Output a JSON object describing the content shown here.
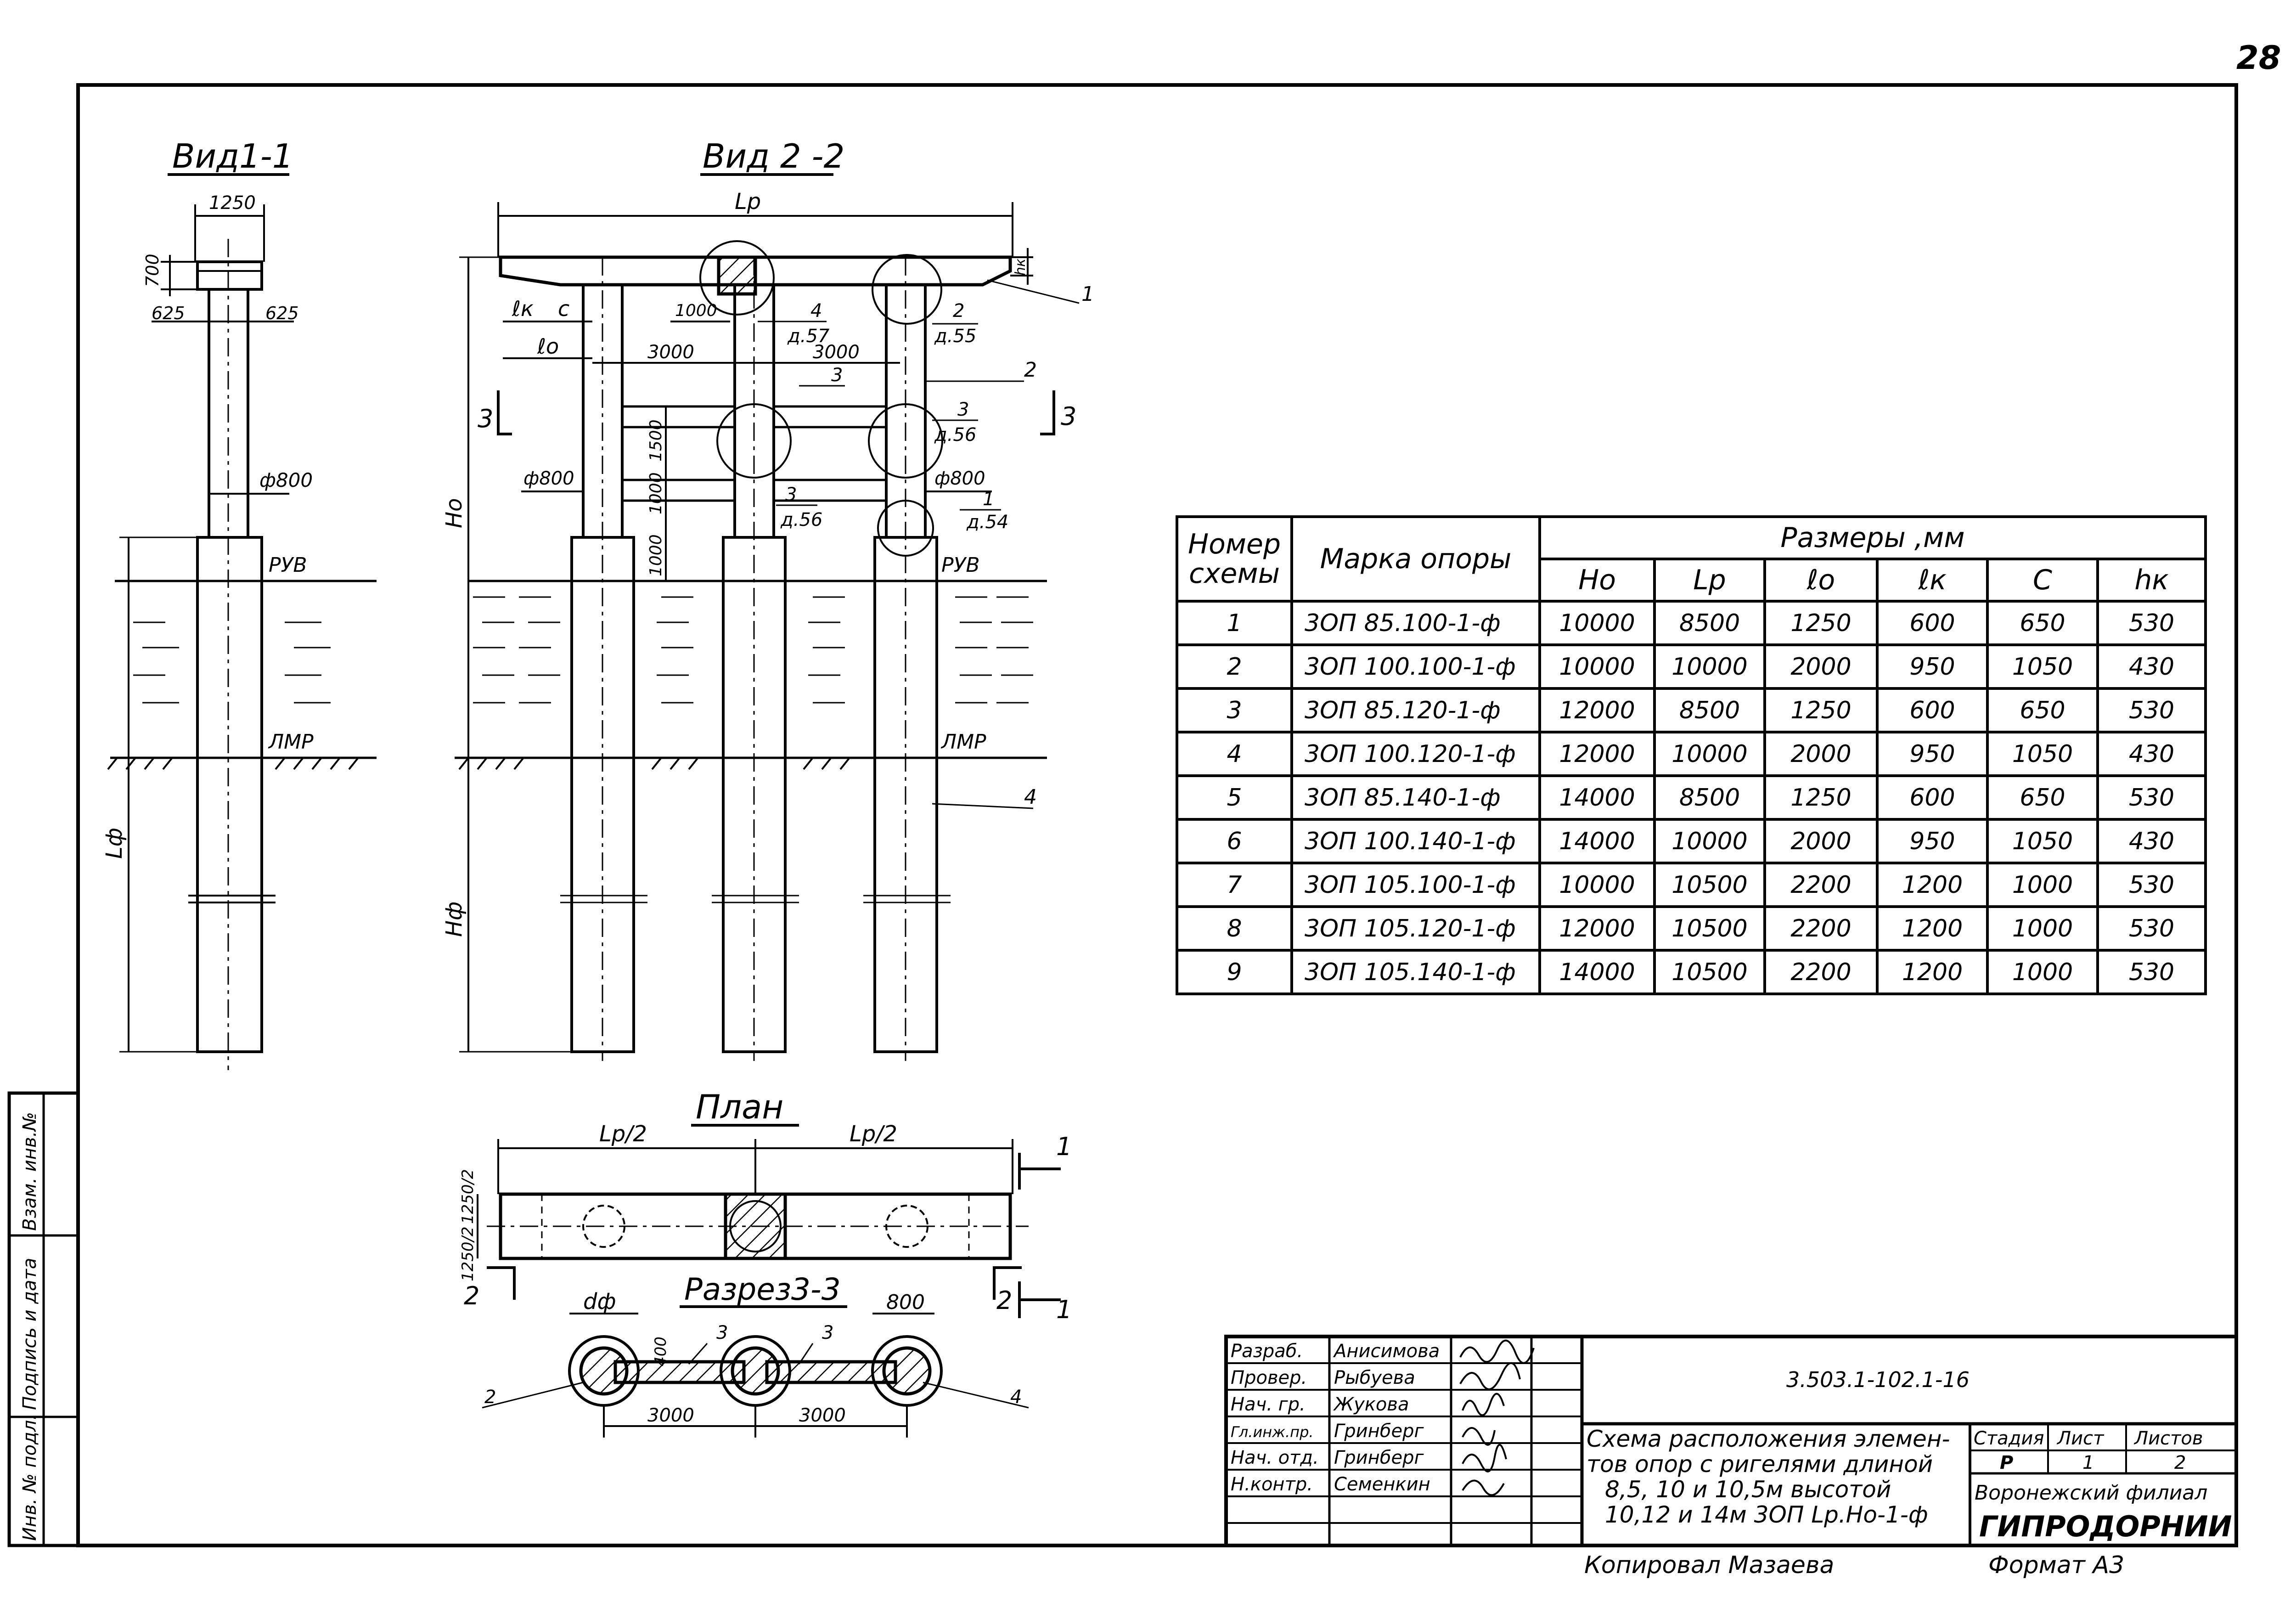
{
  "sheet_number": "28",
  "views": {
    "view_1_title": "Вид1-1",
    "view_2_title": "Вид 2 -2",
    "plan_title": "План",
    "section_title": "Разрез3-3"
  },
  "view1": {
    "dim_width": "1250",
    "dim_height": "700",
    "dim_left": "625",
    "dim_right": "625",
    "dim_diameter": "ф800",
    "level_high": "РУВ",
    "level_low": "ЛМР",
    "dim_pile": "Lф"
  },
  "view2": {
    "dim_lr": "Lр",
    "dim_hk": "hк",
    "dim_lk": "ℓк",
    "dim_c": "с",
    "dim_l0": "ℓо",
    "dim_1000": "1000",
    "dim_3000_a": "3000",
    "dim_3000_b": "3000",
    "dim_1500": "1500",
    "dim_1000_a": "1000",
    "dim_1000_b": "1000",
    "dim_d800_a": "ф800",
    "dim_d800_b": "ф800",
    "dim_h0": "Но",
    "dim_hf": "Нф",
    "level_high": "РУВ",
    "level_low": "ЛМР",
    "section_mark": "3",
    "callouts": [
      {
        "num": "4",
        "ref": "д.57"
      },
      {
        "num": "2",
        "ref": "д.55"
      },
      {
        "num": "3",
        "ref": "д.56"
      },
      {
        "num": "3",
        "ref": "д.56"
      },
      {
        "num": "1",
        "ref": "д.54"
      },
      {
        "num": "3",
        "ref": ""
      }
    ],
    "leaders": [
      "1",
      "2",
      "4"
    ]
  },
  "plan": {
    "dim_half_left": "Lр/2",
    "dim_half_right": "Lр/2",
    "dim_width_a": "1250/2",
    "dim_width_b": "1250/2",
    "mark_1": "1",
    "mark_2": "2"
  },
  "section33": {
    "dim_df": "dф",
    "dim_800": "800",
    "dim_400": "400",
    "dim_3000_a": "3000",
    "dim_3000_b": "3000",
    "labels": [
      "3",
      "3",
      "2",
      "4"
    ]
  },
  "table": {
    "col_scheme": "Номер схемы",
    "col_mark": "Марка опоры",
    "col_dims": "Размеры ,мм",
    "sub_headers": [
      "Но",
      "Lр",
      "ℓо",
      "ℓк",
      "С",
      "hк"
    ],
    "rows": [
      [
        "1",
        "3ОП 85.100-1-ф",
        "10000",
        "8500",
        "1250",
        "600",
        "650",
        "530"
      ],
      [
        "2",
        "3ОП 100.100-1-ф",
        "10000",
        "10000",
        "2000",
        "950",
        "1050",
        "430"
      ],
      [
        "3",
        "3ОП 85.120-1-ф",
        "12000",
        "8500",
        "1250",
        "600",
        "650",
        "530"
      ],
      [
        "4",
        "3ОП 100.120-1-ф",
        "12000",
        "10000",
        "2000",
        "950",
        "1050",
        "430"
      ],
      [
        "5",
        "3ОП 85.140-1-ф",
        "14000",
        "8500",
        "1250",
        "600",
        "650",
        "530"
      ],
      [
        "6",
        "3ОП 100.140-1-ф",
        "14000",
        "10000",
        "2000",
        "950",
        "1050",
        "430"
      ],
      [
        "7",
        "3ОП 105.100-1-ф",
        "10000",
        "10500",
        "2200",
        "1200",
        "1000",
        "530"
      ],
      [
        "8",
        "3ОП 105.120-1-ф",
        "12000",
        "10500",
        "2200",
        "1200",
        "1000",
        "530"
      ],
      [
        "9",
        "3ОП 105.140-1-ф",
        "14000",
        "10500",
        "2200",
        "1200",
        "1000",
        "530"
      ]
    ]
  },
  "title_block": {
    "roles": [
      "Разраб.",
      "Провер.",
      "Нач. гр.",
      "Гл.инж.пр.",
      "Нач. отд.",
      "Н.контр."
    ],
    "names": [
      "Анисимова",
      "Рыбуева",
      "Жукова",
      "Гринберг",
      "Гринберг",
      "Семенкин"
    ],
    "doc_code": "3.503.1-102.1-16",
    "title_lines": [
      "Схема расположения элемен-",
      "тов опор с ригелями длиной",
      "8,5, 10 и 10,5м высотой",
      "10,12 и 14м 3ОП Lр.Но-1-ф"
    ],
    "stage_label": "Стадия",
    "sheet_label": "Лист",
    "sheets_label": "Листов",
    "stage": "Р",
    "sheet": "1",
    "sheets": "2",
    "org_line1": "Воронежский филиал",
    "org_line2": "ГИПРОДОРНИИ"
  },
  "footer": {
    "copied": "Копировал Мазаева",
    "format": "Формат А3"
  },
  "side_stamp": [
    "Инв. № подл.",
    "Подпись и дата",
    "Взам. инв.№"
  ]
}
